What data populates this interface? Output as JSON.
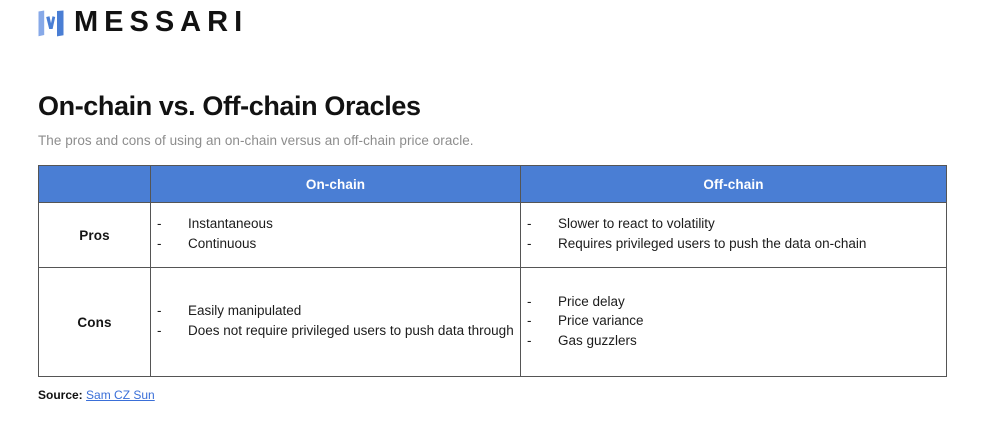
{
  "brand": {
    "name": "MESSARI",
    "mark_icon": "messari-logo-mark",
    "mark_color": "#4a7ed4"
  },
  "header": {
    "title": "On-chain vs. Off-chain Oracles",
    "subtitle": "The pros and cons of using an on-chain versus an off-chain price oracle."
  },
  "table": {
    "accent_color": "#4a7ed4",
    "border_color": "#555555",
    "columns": [
      {
        "label": ""
      },
      {
        "label": "On-chain"
      },
      {
        "label": "Off-chain"
      }
    ],
    "rows": [
      {
        "label": "Pros",
        "on_chain": [
          "Instantaneous",
          "Continuous"
        ],
        "off_chain": [
          "Slower to react to volatility",
          "Requires privileged users to push the data on-chain"
        ]
      },
      {
        "label": "Cons",
        "on_chain": [
          "Easily manipulated",
          "Does not require privileged users to push data through"
        ],
        "off_chain": [
          "Price delay",
          "Price variance",
          "Gas guzzlers"
        ]
      }
    ]
  },
  "source": {
    "label": "Source:",
    "link_text": "Sam CZ Sun",
    "link_color": "#3a6fd8"
  }
}
